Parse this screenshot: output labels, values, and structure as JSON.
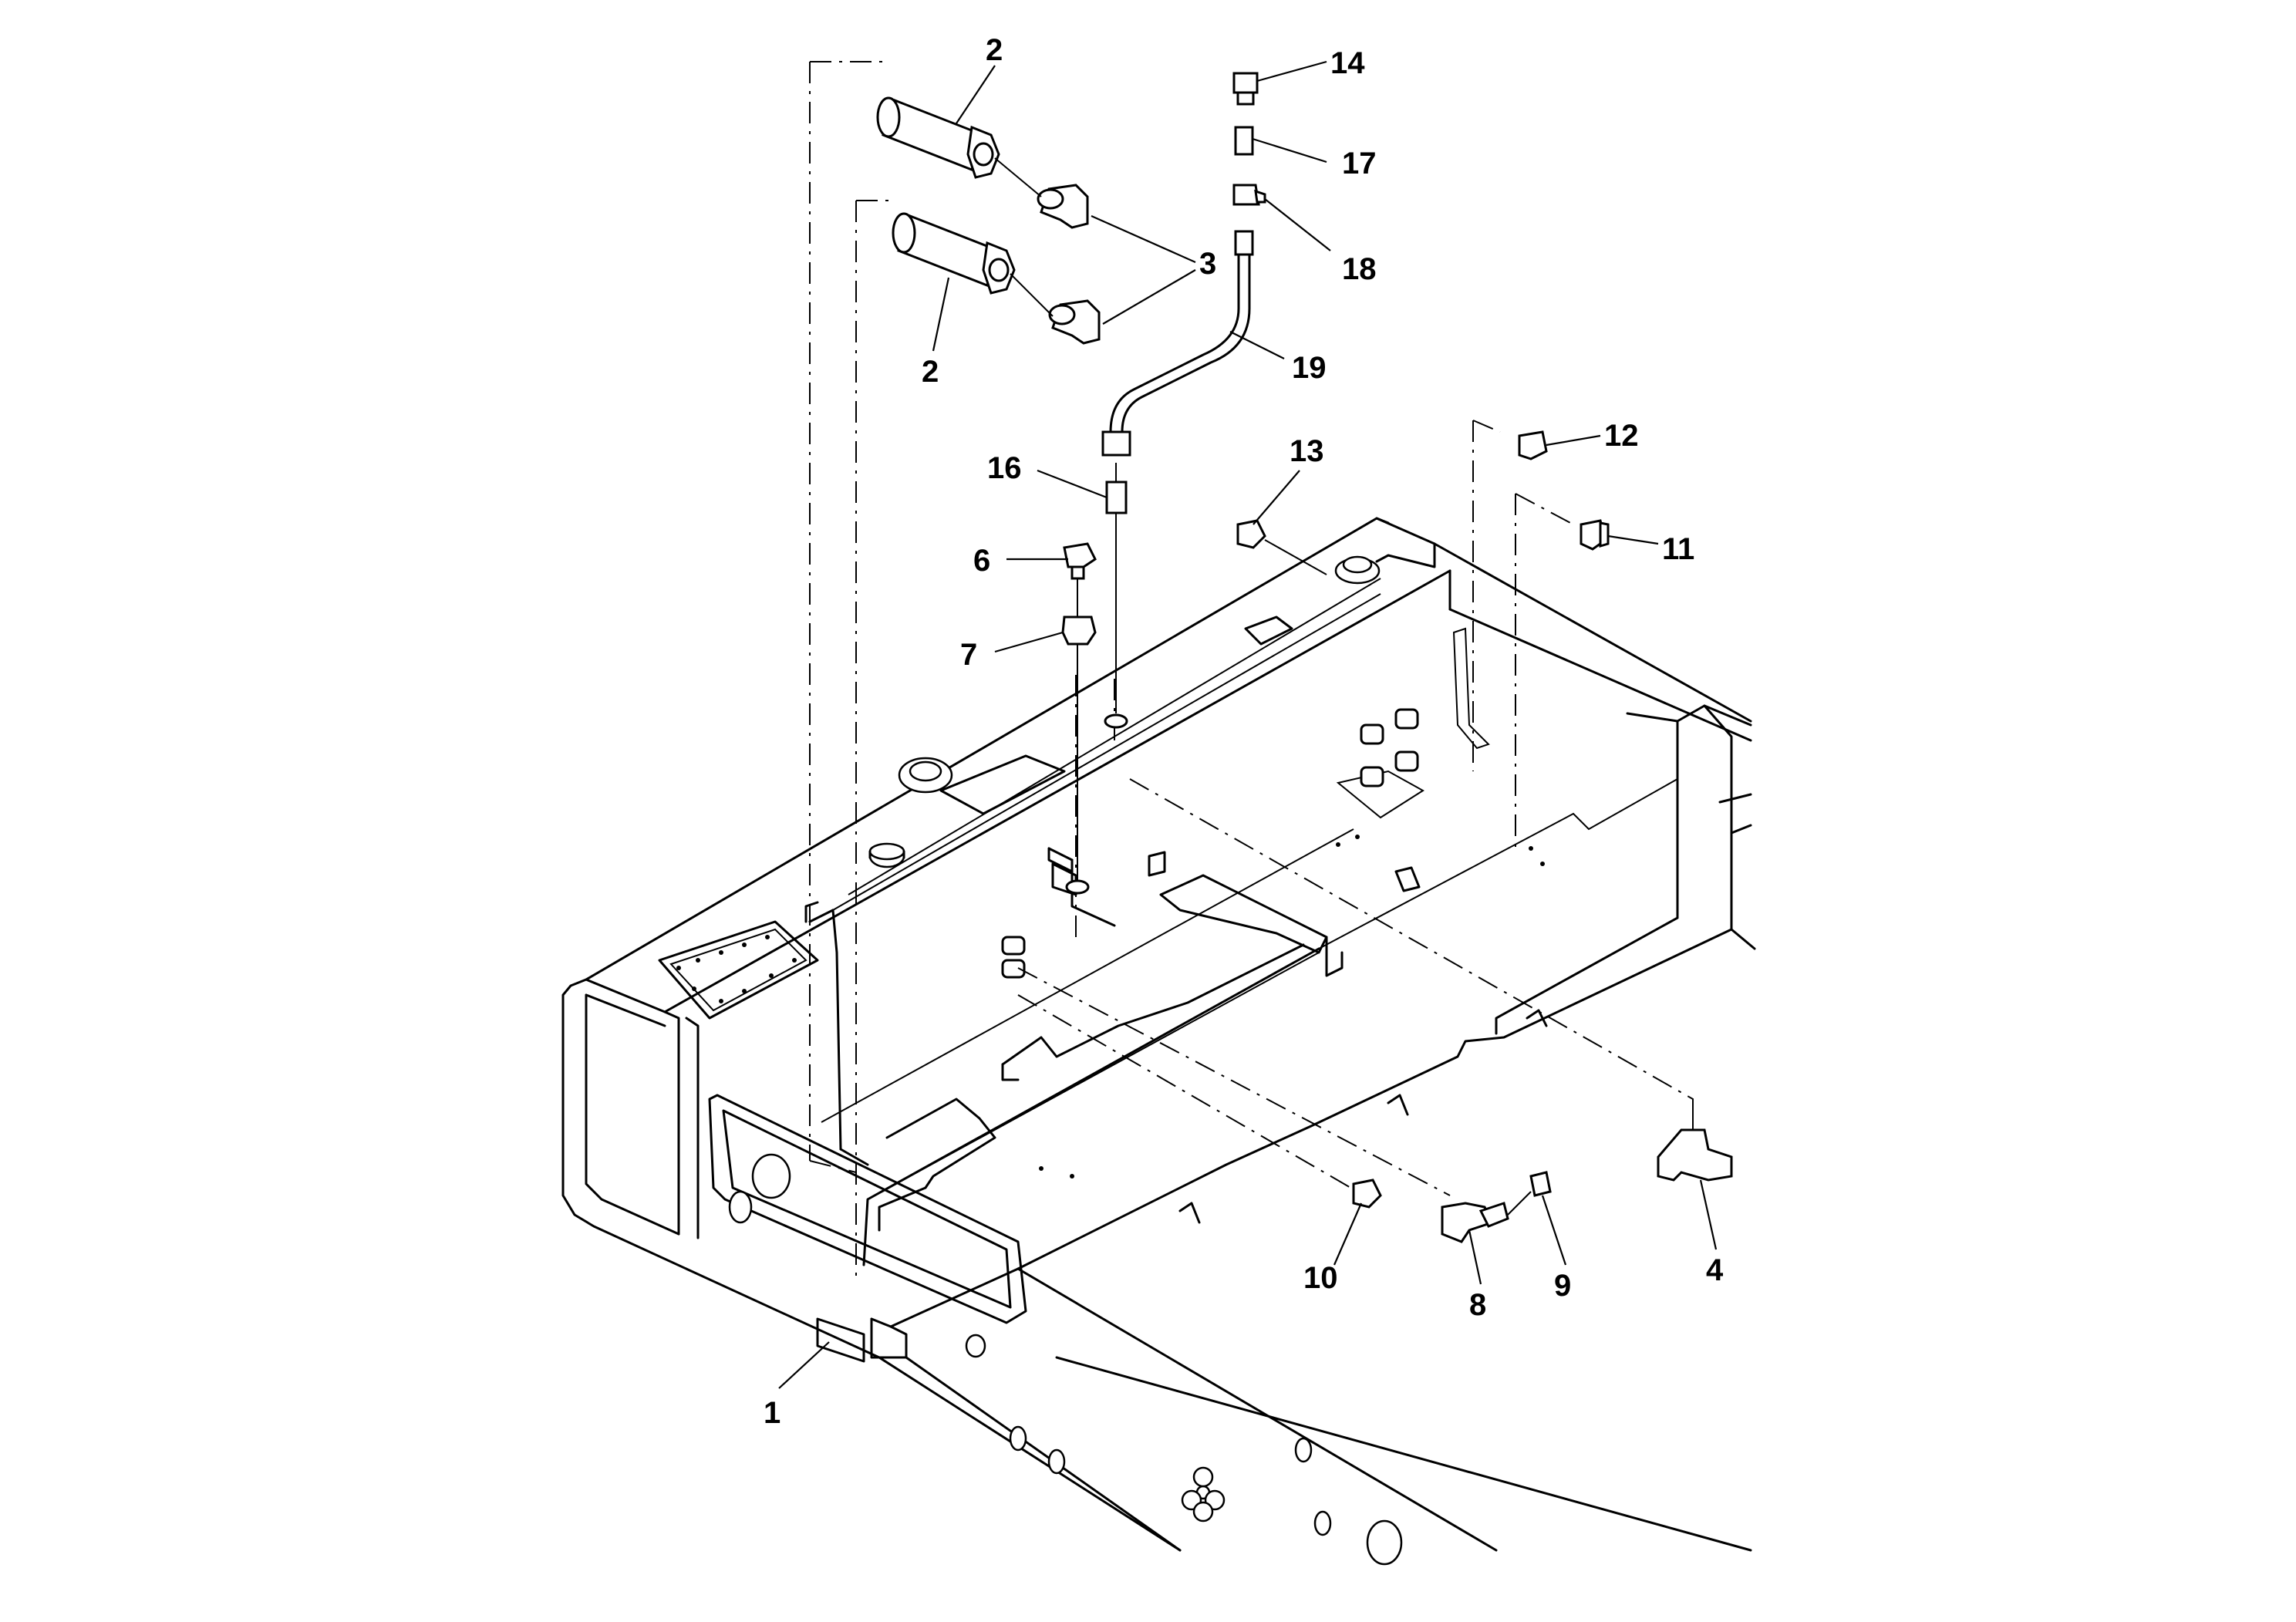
{
  "callouts": [
    {
      "id": "c1",
      "text": "1"
    },
    {
      "id": "c2a",
      "text": "2"
    },
    {
      "id": "c2b",
      "text": "2"
    },
    {
      "id": "c3",
      "text": "3"
    },
    {
      "id": "c4",
      "text": "4"
    },
    {
      "id": "c6",
      "text": "6"
    },
    {
      "id": "c7",
      "text": "7"
    },
    {
      "id": "c8",
      "text": "8"
    },
    {
      "id": "c9",
      "text": "9"
    },
    {
      "id": "c10",
      "text": "10"
    },
    {
      "id": "c11",
      "text": "11"
    },
    {
      "id": "c12",
      "text": "12"
    },
    {
      "id": "c13",
      "text": "13"
    },
    {
      "id": "c14",
      "text": "14"
    },
    {
      "id": "c16",
      "text": "16"
    },
    {
      "id": "c17",
      "text": "17"
    },
    {
      "id": "c18",
      "text": "18"
    },
    {
      "id": "c19",
      "text": "19"
    }
  ]
}
